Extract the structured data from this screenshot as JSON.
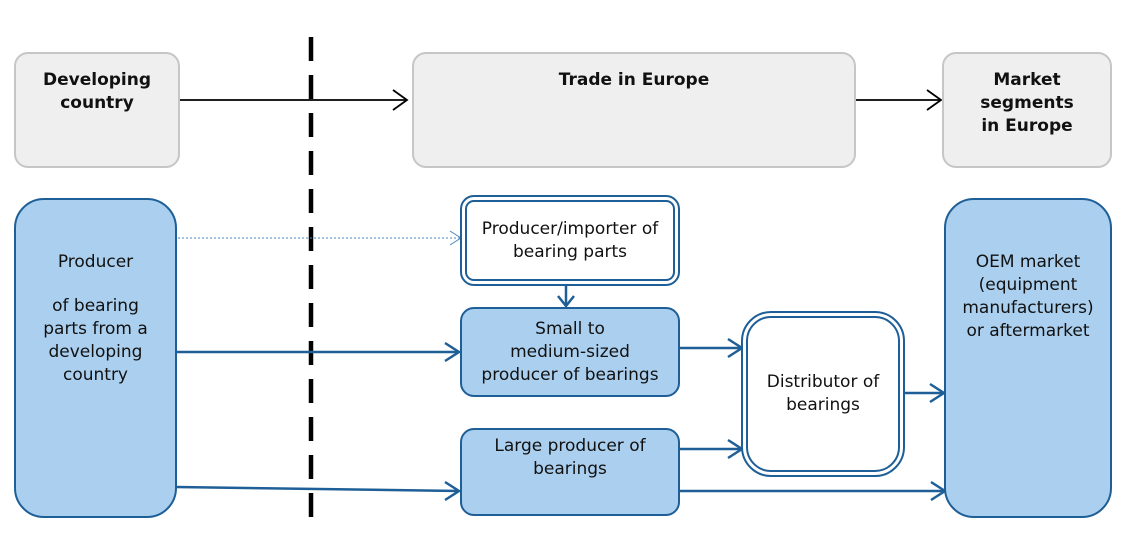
{
  "headers": {
    "developing_country": [
      "Developing",
      "country"
    ],
    "trade_in_europe": [
      "Trade in Europe"
    ],
    "market_segments": [
      "Market",
      "segments",
      "in Europe"
    ]
  },
  "producer_developing": {
    "line1": "Producer",
    "rest": [
      "of bearing",
      "parts from a",
      "developing",
      "country"
    ]
  },
  "importer": [
    "Producer/importer of",
    "bearing parts"
  ],
  "small_producer": [
    "Small to",
    "medium-sized",
    "producer of bearings"
  ],
  "large_producer": [
    "Large producer of",
    "bearings"
  ],
  "distributor": [
    "Distributor of",
    "bearings"
  ],
  "oem_market": [
    "OEM market",
    "(equipment",
    "manufacturers)",
    "or aftermarket"
  ],
  "colors": {
    "blue_fill": "#abcfee",
    "blue_border": "#1e5f97",
    "gray_fill": "#efefef",
    "gray_border": "#c6c6c6"
  }
}
